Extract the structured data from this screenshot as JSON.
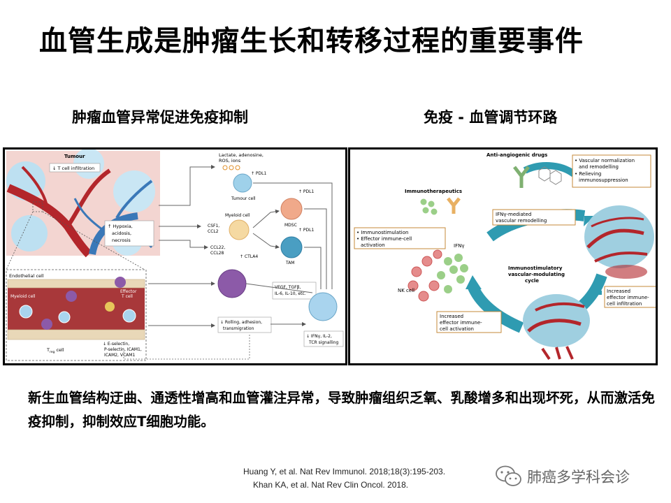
{
  "title": "血管生成是肿瘤生长和转移过程的重要事件",
  "left_panel": {
    "subtitle": "肿瘤血管异常促进免疫抑制",
    "labels": {
      "tumour": "Tumour",
      "t_cell_infiltration": "↓ T cell infiltration",
      "hypoxia_1": "↑ Hypoxia,",
      "hypoxia_2": "acidosis,",
      "hypoxia_3": "necrosis",
      "lactate_1": "Lactate, adenosine,",
      "lactate_2": "ROS, ions",
      "pdl1_tumour": "↑ PDL1",
      "tumour_cell": "Tumour cell",
      "pdl1_mdsc": "↑ PDL1",
      "mdsc": "MDSC",
      "myeloid_cell": "Myeloid cell",
      "csf1": "CSF1,",
      "ccl2": "CCL2",
      "pdl1_tam": "↑ PDL1",
      "tam": "TAM",
      "ccl22": "CCL22,",
      "ccl28": "CCL28",
      "ctla4": "↑ CTLA4",
      "endothelial_cell": "Endothelial cell",
      "myeloid_cell_2": "Myeloid cell",
      "effector_1": "Effector",
      "effector_2": "T cell",
      "vegf_1": "VEGF, TGFβ,",
      "vegf_2": "IL-6, IL-10, etc.",
      "rolling_1": "↓ Rolling, adhesion,",
      "rolling_2": "transmigration",
      "ifn_1": "↓ IFNγ, IL-2,",
      "ifn_2": "TCR signalling",
      "treg_1": "T",
      "treg_2": "reg",
      "treg_3": " cell",
      "eselectin_1": "↓ E-selectin,",
      "eselectin_2": "P-selectin, ICAM1,",
      "eselectin_3": "ICAM2, VCAM1"
    }
  },
  "right_panel": {
    "subtitle": "免疫 - 血管调节环路",
    "labels": {
      "anti_angiogenic": "Anti-angiogenic drugs",
      "norm_1": "• Vascular normalization",
      "norm_2": "and remodelling",
      "norm_3": "• Relieving",
      "norm_4": "immunosuppression",
      "immunotherapeutics": "Immunotherapeutics",
      "ifn_mediated_1": "IFNγ-mediated",
      "ifn_mediated_2": "vascular remodelling",
      "immunostim_1": "• Immunostimulation",
      "immunostim_2": "• Effector immune-cell",
      "immunostim_3": "activation",
      "ifng": "IFNγ",
      "nk_cell": "NK cell",
      "cycle_1": "Immunostimulatory",
      "cycle_2": "vascular-modulating",
      "cycle_3": "cycle",
      "infil_1": "Increased",
      "infil_2": "effector immune-",
      "infil_3": "cell infiltration",
      "activ_1": "Increased",
      "activ_2": "effector immune-",
      "activ_3": "cell activation"
    }
  },
  "caption": "新生血管结构迂曲、通透性增高和血管灌注异常，导致肿瘤组织乏氧、乳酸增多和出现坏死，从而激活免疫抑制，抑制效应T细胞功能。",
  "references": [
    "Huang Y, et al. Nat Rev Immunol. 2018;18(3):195-203.",
    "Khan KA, et al. Nat Rev Clin Oncol. 2018."
  ],
  "brand": {
    "name": "肺癌多学科会诊",
    "icon": "wechat-icon"
  },
  "colors": {
    "vessel_red": "#b3262b",
    "vessel_blue": "#3a78b8",
    "arrow_teal": "#2f9bb1",
    "label_box_border": "#c68a3a"
  }
}
